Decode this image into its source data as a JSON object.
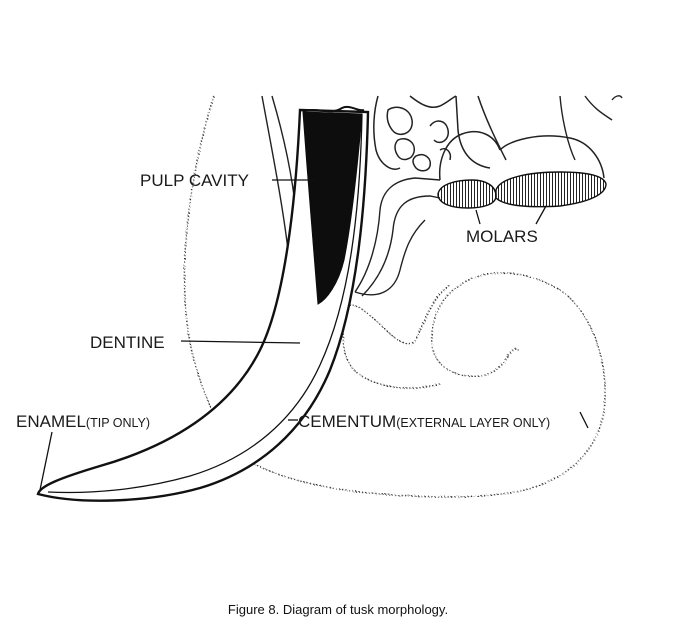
{
  "labels": {
    "pulp_cavity": "PULP CAVITY",
    "molars": "MOLARS",
    "dentine": "DENTINE",
    "enamel_main": "ENAMEL",
    "enamel_note": "(TIP ONLY)",
    "cementum_main": "CEMENTUM",
    "cementum_note": "(EXTERNAL LAYER ONLY)"
  },
  "caption": "Figure 8. Diagram of tusk morphology."
}
